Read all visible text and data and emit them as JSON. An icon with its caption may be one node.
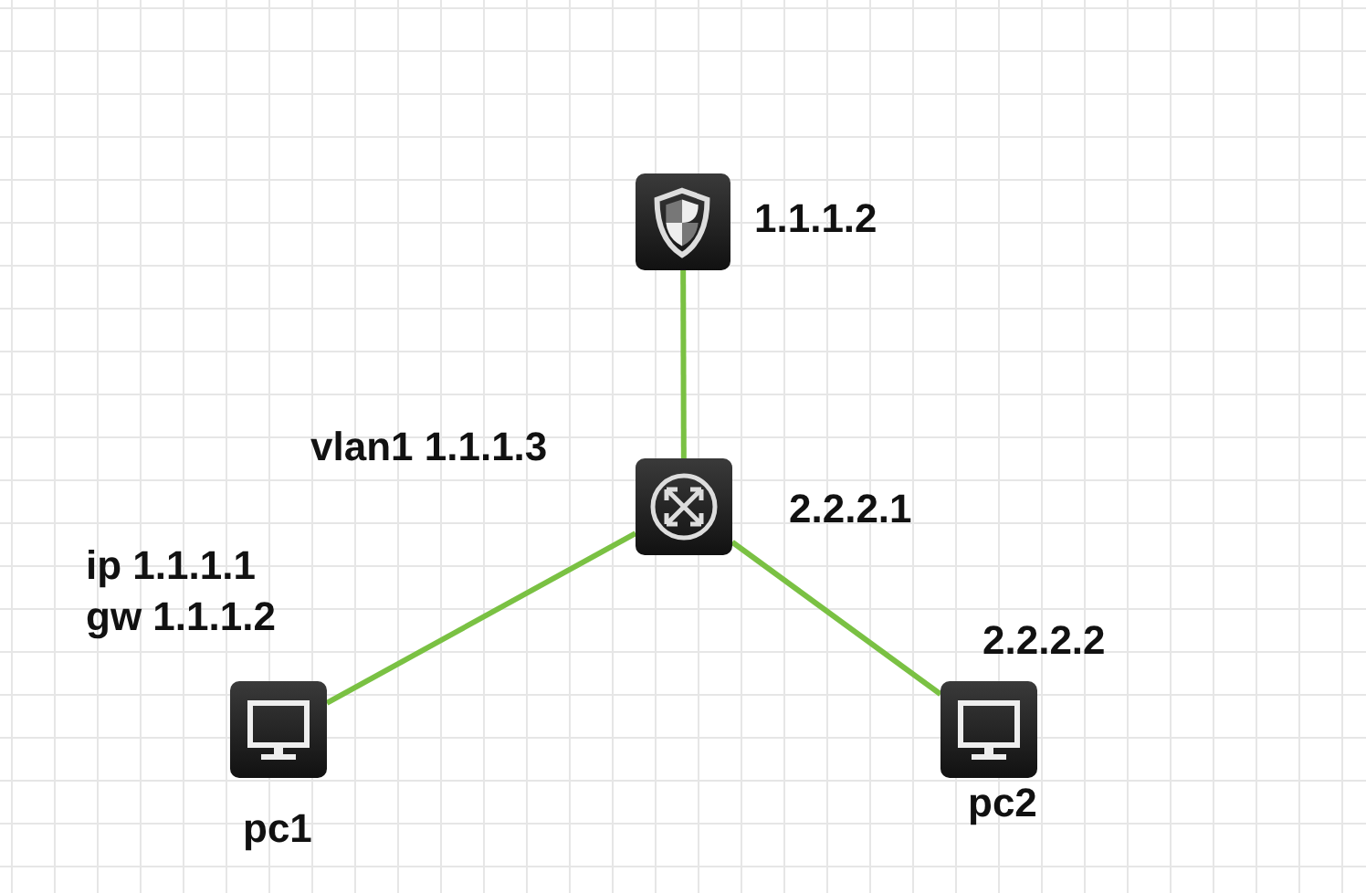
{
  "diagram": {
    "nodes": [
      {
        "text": [],
        "shape": "box",
        "beside": [
          "1.1.1.2"
        ]
      },
      {
        "text": [],
        "shape": "box",
        "beside": [
          "vlan1 1.1.1.3",
          "2.2.2.1"
        ]
      },
      {
        "text": [],
        "shape": "box",
        "beside": [
          "ip 1.1.1.1 gw 1.1.1.2",
          "pc1"
        ]
      },
      {
        "text": [],
        "shape": "box",
        "beside": [
          "2.2.2.2",
          "pc2"
        ]
      }
    ],
    "edges": [
      {
        "from": 0,
        "to": 1,
        "arrow": "none"
      },
      {
        "from": 1,
        "to": 2,
        "arrow": "none"
      },
      {
        "from": 1,
        "to": 3,
        "arrow": "none"
      }
    ]
  }
}
